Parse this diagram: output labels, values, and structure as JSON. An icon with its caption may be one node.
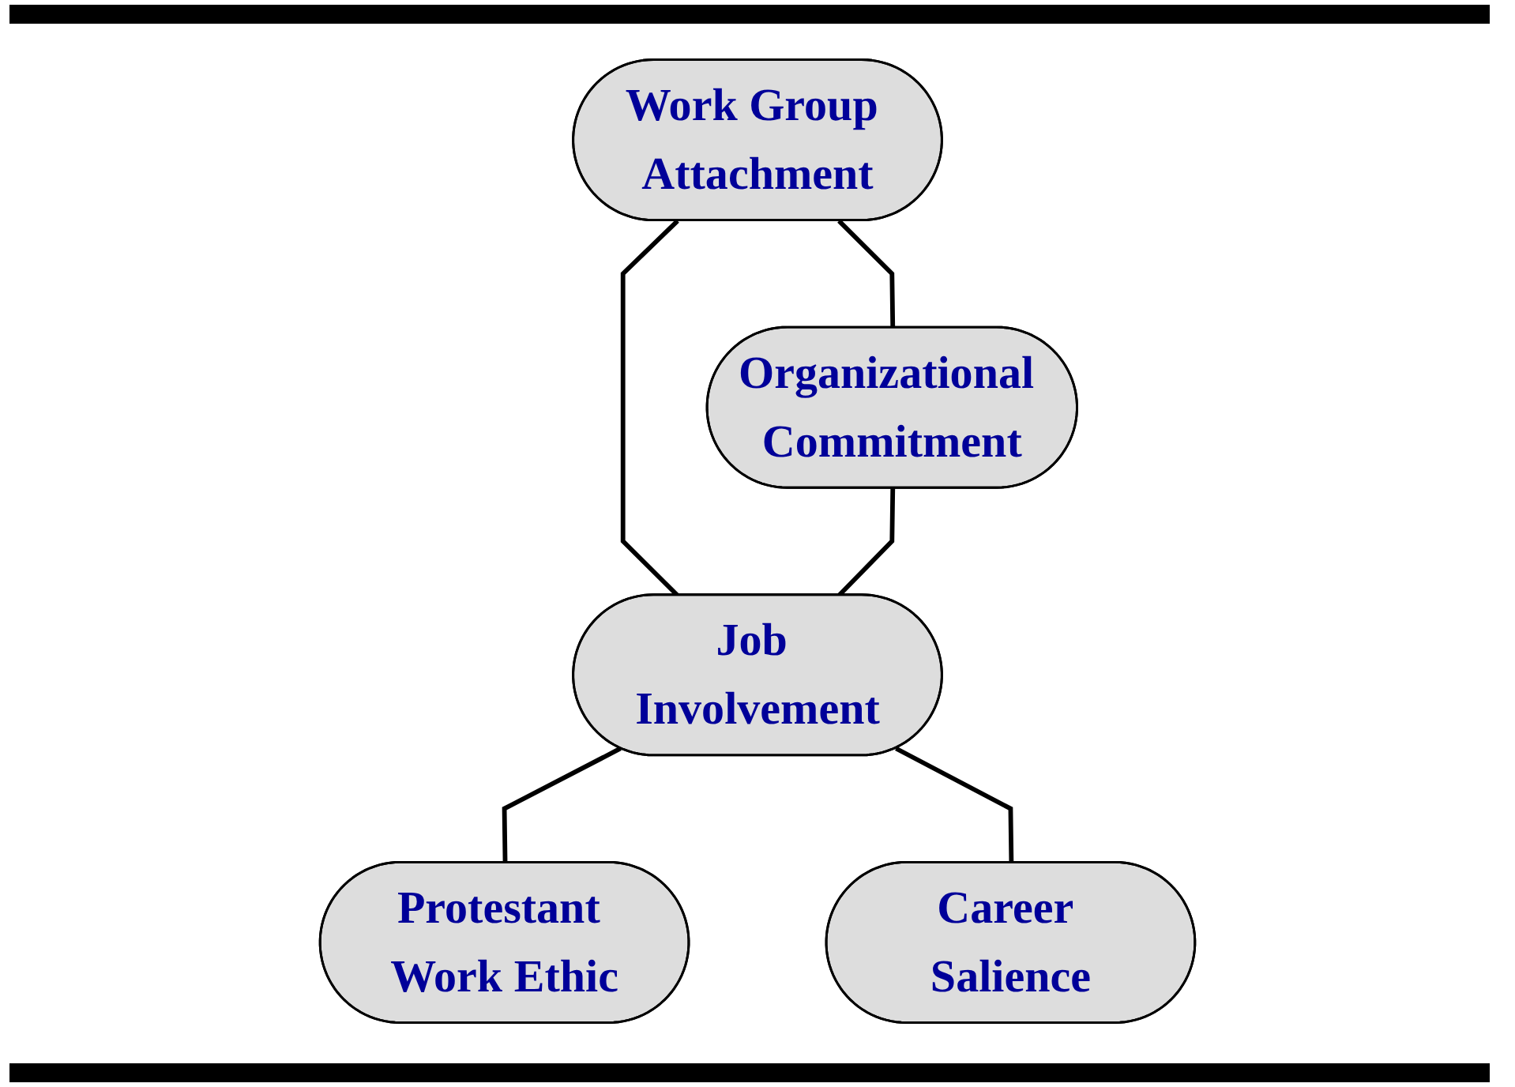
{
  "diagram": {
    "nodes": [
      {
        "text": [
          "Work Group Attachment"
        ]
      },
      {
        "text": [
          "Organizational Commitment"
        ]
      },
      {
        "text": [
          "Job Involvement"
        ]
      },
      {
        "text": [
          "Protestant Work Ethic"
        ]
      },
      {
        "text": [
          "Career Salience"
        ]
      }
    ],
    "edges": [
      {
        "from": 0,
        "to": 1,
        "arrow": "none"
      },
      {
        "from": 0,
        "to": 2,
        "arrow": "none"
      },
      {
        "from": 1,
        "to": 2,
        "arrow": "none"
      },
      {
        "from": 2,
        "to": 3,
        "arrow": "none"
      },
      {
        "from": 2,
        "to": 4,
        "arrow": "none"
      }
    ]
  }
}
